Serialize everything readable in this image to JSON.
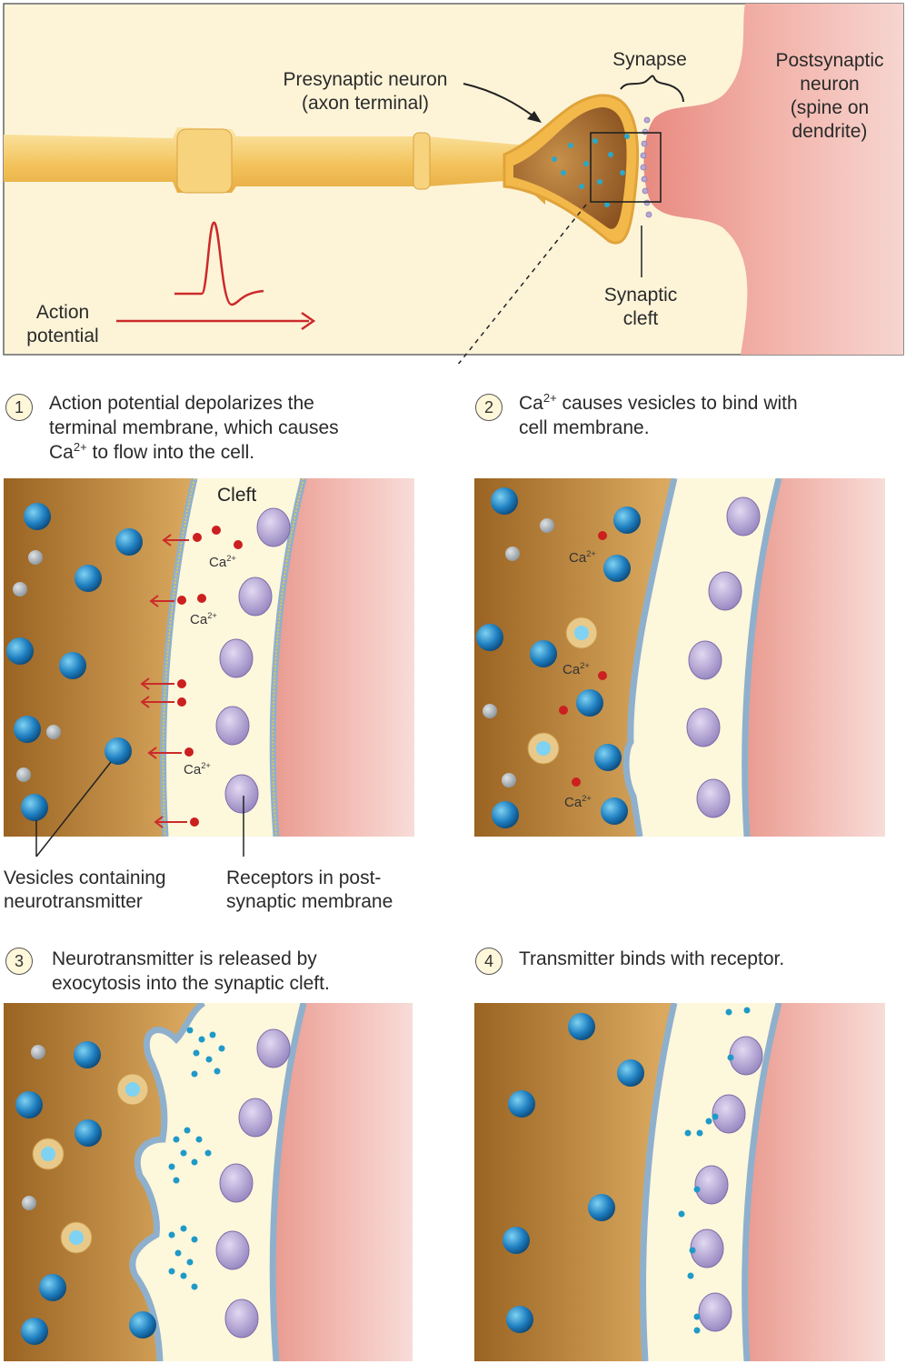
{
  "overview": {
    "presynaptic_label": "Presynaptic neuron\n(axon terminal)",
    "synapse_label": "Synapse",
    "postsynaptic_label": "Postsynaptic\nneuron\n(spine on\ndendrite)",
    "cleft_label": "Synaptic\ncleft",
    "action_potential_label": "Action\npotential"
  },
  "steps": [
    {
      "number": "1",
      "text_a": "Action potential depolarizes the",
      "text_b": "terminal membrane, which causes",
      "text_c_pre": "Ca",
      "text_c_sup": "2+",
      "text_c_post": " to flow into the cell."
    },
    {
      "number": "2",
      "text_a_pre": "Ca",
      "text_a_sup": "2+",
      "text_a_post": " causes vesicles to bind with",
      "text_b": "cell membrane."
    },
    {
      "number": "3",
      "text_a": "Neurotransmitter is released by",
      "text_b": "exocytosis into the synaptic cleft."
    },
    {
      "number": "4",
      "text_a": "Transmitter binds with receptor."
    }
  ],
  "panel1": {
    "cleft_label": "Cleft",
    "ca_base": "Ca",
    "ca_sup": "2+",
    "vesicles_label": "Vesicles containing\nneurotransmitter",
    "receptors_label": "Receptors in post-\nsynaptic membrane"
  },
  "colors": {
    "axon": "#f3c25a",
    "terminal_inside": "#a86c2c",
    "postsynaptic": "#eea39a",
    "cleft": "#fdf7dc",
    "vesicle": "#1f7fc0",
    "receptor": "#b7a8d6",
    "calcium": "#cc1f1f",
    "action_potential": "#cc2a2a"
  }
}
